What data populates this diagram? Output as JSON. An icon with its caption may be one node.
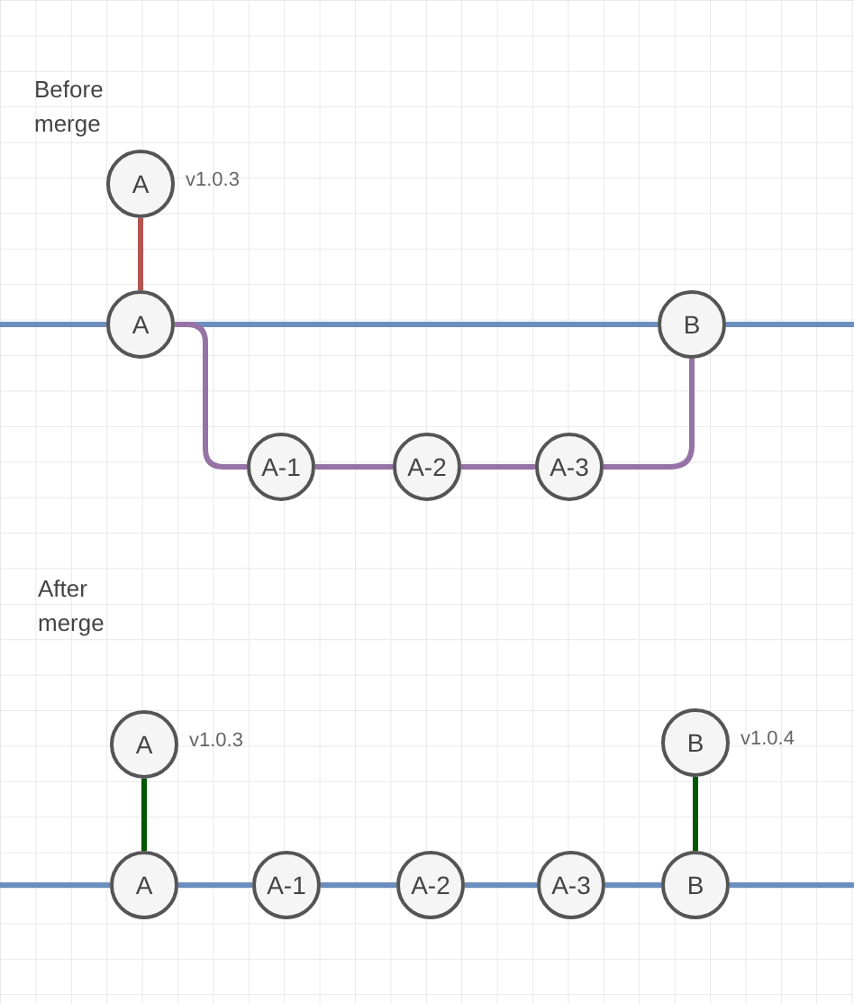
{
  "diagram": {
    "nodes": [
      {
        "text": [
          "A"
        ],
        "beside": [
          "v1.0.3"
        ]
      },
      {
        "text": [
          "A"
        ]
      },
      {
        "text": [
          "B"
        ]
      },
      {
        "text": [
          "A-1"
        ]
      },
      {
        "text": [
          "A-2"
        ]
      },
      {
        "text": [
          "A-3"
        ]
      },
      {
        "text": [
          "A"
        ],
        "beside": [
          "v1.0.3"
        ]
      },
      {
        "text": [
          "B"
        ],
        "beside": [
          "v1.0.4"
        ]
      },
      {
        "text": [
          "A"
        ]
      },
      {
        "text": [
          "A-1"
        ]
      },
      {
        "text": [
          "A-2"
        ]
      },
      {
        "text": [
          "A-3"
        ]
      },
      {
        "text": [
          "B"
        ]
      }
    ],
    "edges": [
      {
        "from": 0,
        "to": 1,
        "arrow": "none",
        "color": "#b85450"
      },
      {
        "from": null,
        "to": 1,
        "arrow": "none"
      },
      {
        "from": 1,
        "to": 2,
        "arrow": "none"
      },
      {
        "from": 2,
        "to": null,
        "arrow": "none"
      },
      {
        "from": 1,
        "to": 3,
        "arrow": "none",
        "color": "#9673a6"
      },
      {
        "from": 3,
        "to": 4,
        "arrow": "none",
        "color": "#9673a6"
      },
      {
        "from": 4,
        "to": 5,
        "arrow": "none",
        "color": "#9673a6"
      },
      {
        "from": 5,
        "to": 2,
        "arrow": "none",
        "color": "#9673a6"
      },
      {
        "from": 6,
        "to": 8,
        "arrow": "none",
        "color": "#005700"
      },
      {
        "from": null,
        "to": 8,
        "arrow": "none"
      },
      {
        "from": 8,
        "to": 9,
        "arrow": "none"
      },
      {
        "from": 9,
        "to": 10,
        "arrow": "none"
      },
      {
        "from": 10,
        "to": 11,
        "arrow": "none"
      },
      {
        "from": 11,
        "to": 12,
        "arrow": "none"
      },
      {
        "from": 12,
        "to": null,
        "arrow": "none"
      },
      {
        "from": 7,
        "to": 12,
        "arrow": "none",
        "color": "#005700"
      }
    ],
    "labels": [
      "Before merge",
      "After merge"
    ]
  }
}
